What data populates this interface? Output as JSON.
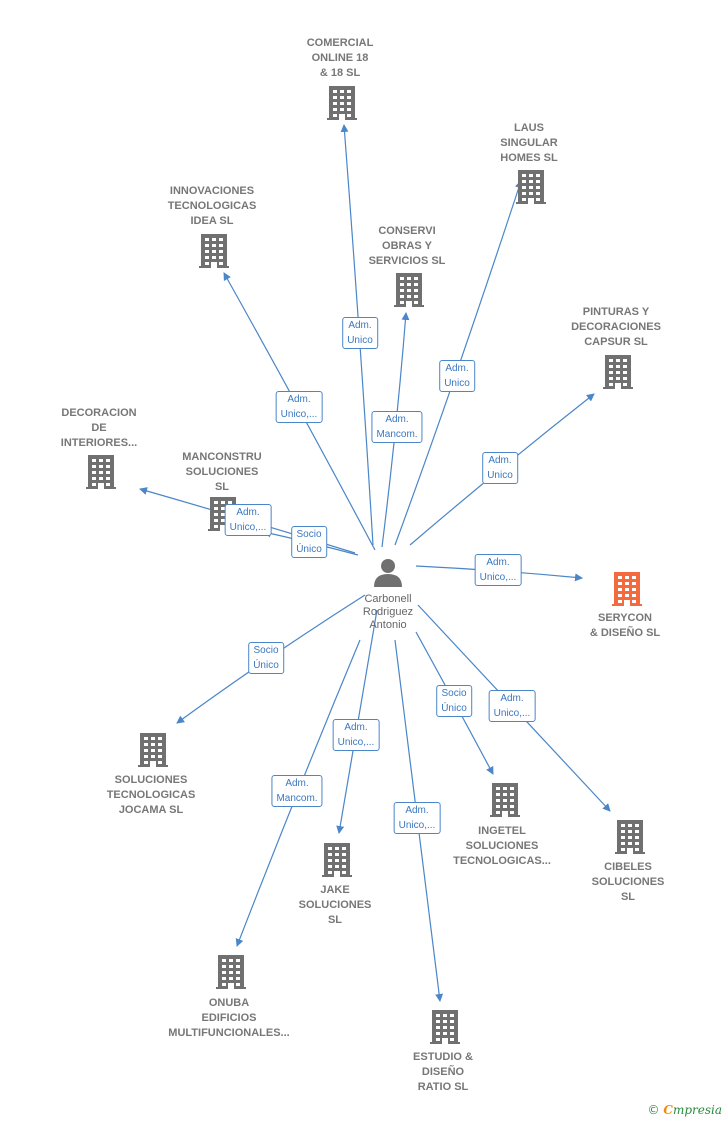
{
  "center": {
    "name": "Carbonell Rodriguez Antonio",
    "lines": [
      "Carbonell",
      "Rodriguez",
      "Antonio"
    ],
    "icon": "person-icon"
  },
  "colors": {
    "edge": "#4a86c8",
    "building": "#707070",
    "focus_building": "#f26a3d",
    "label": "#777777"
  },
  "companies": [
    {
      "id": "comercial",
      "lines": [
        "COMERCIAL",
        "ONLINE 18",
        "& 18 SL"
      ],
      "focus": false,
      "relation": [
        "Adm.",
        "Unico"
      ]
    },
    {
      "id": "laus",
      "lines": [
        "LAUS",
        "SINGULAR",
        "HOMES  SL"
      ],
      "focus": false,
      "relation": [
        "Adm.",
        "Unico"
      ]
    },
    {
      "id": "innovaciones",
      "lines": [
        "INNOVACIONES",
        "TECNOLOGICAS",
        "IDEA  SL"
      ],
      "focus": false,
      "relation": [
        "Adm.",
        "Unico,..."
      ]
    },
    {
      "id": "conservi",
      "lines": [
        "CONSERVI",
        "OBRAS Y",
        "SERVICIOS  SL"
      ],
      "focus": false,
      "relation": [
        "Adm.",
        "Mancom."
      ]
    },
    {
      "id": "pinturas",
      "lines": [
        "PINTURAS Y",
        "DECORACIONES",
        "CAPSUR  SL"
      ],
      "focus": false,
      "relation": [
        "Adm.",
        "Unico"
      ]
    },
    {
      "id": "decoracion",
      "lines": [
        "DECORACION",
        "DE",
        "INTERIORES..."
      ],
      "focus": false,
      "relation": [
        "Adm.",
        "Unico,..."
      ]
    },
    {
      "id": "manconstru",
      "lines": [
        "MANCONSTRU",
        "SOLUCIONES",
        "SL"
      ],
      "focus": false,
      "relation": [
        "Socio",
        "Único"
      ]
    },
    {
      "id": "serycon",
      "lines": [
        "SERYCON",
        "& DISEÑO  SL"
      ],
      "focus": true,
      "relation": [
        "Adm.",
        "Unico,..."
      ]
    },
    {
      "id": "jocama",
      "lines": [
        "SOLUCIONES",
        "TECNOLOGICAS",
        "JOCAMA  SL"
      ],
      "focus": false,
      "relation": [
        "Socio",
        "Único"
      ]
    },
    {
      "id": "ingetel",
      "lines": [
        "INGETEL",
        "SOLUCIONES",
        "TECNOLOGICAS..."
      ],
      "focus": false,
      "relation": [
        "Socio",
        "Único"
      ]
    },
    {
      "id": "cibeles",
      "lines": [
        "CIBELES",
        "SOLUCIONES",
        "SL"
      ],
      "focus": false,
      "relation": [
        "Adm.",
        "Unico,..."
      ]
    },
    {
      "id": "jake",
      "lines": [
        "JAKE",
        "SOLUCIONES",
        "SL"
      ],
      "focus": false,
      "relation": [
        "Adm.",
        "Unico,..."
      ]
    },
    {
      "id": "onuba",
      "lines": [
        "ONUBA",
        "EDIFICIOS",
        "MULTIFUNCIONALES..."
      ],
      "focus": false,
      "relation": [
        "Adm.",
        "Mancom."
      ]
    },
    {
      "id": "estudio",
      "lines": [
        "ESTUDIO &",
        "DISEÑO",
        "RATIO  SL"
      ],
      "focus": false,
      "relation": [
        "Adm.",
        "Unico,..."
      ]
    }
  ],
  "brand": {
    "copyright": "©",
    "initial": "C",
    "rest": "mpresia"
  }
}
